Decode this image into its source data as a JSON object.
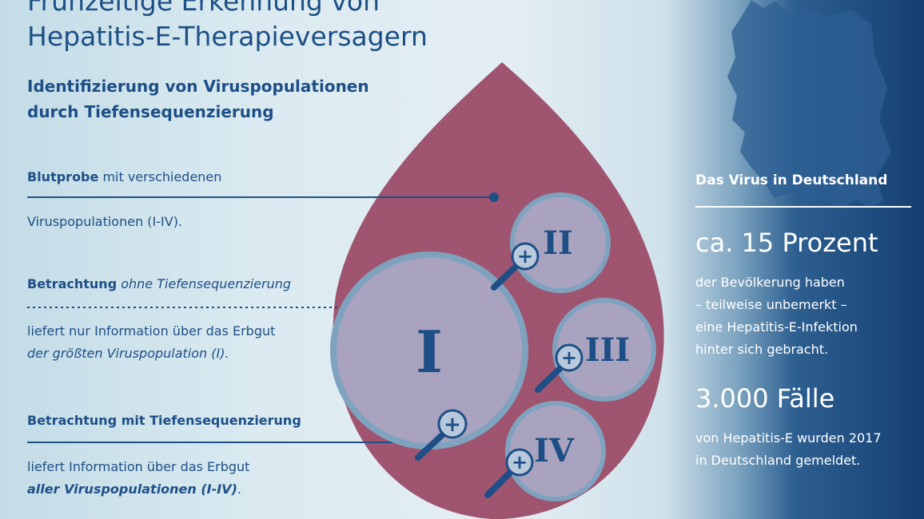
{
  "title": {
    "line1": "Frühzeitige Erkennung von",
    "line2": "Hepatitis-E-Therapieversagern"
  },
  "subtitle": {
    "line1": "Identifizierung von Viruspopulationen",
    "line2": "durch Tiefensequenzierung"
  },
  "blood_sample": {
    "bold": "Blutprobe",
    "rest": " mit verschiedenen",
    "line2": "Viruspopulationen (I-IV)."
  },
  "without": {
    "bold": "Betrachtung",
    "italic": " ohne Tiefensequenzierung",
    "line1": "liefert nur Information über das Erbgut",
    "line2": "der größten Viruspopulation (I)."
  },
  "with": {
    "heading": "Betrachtung mit Tiefensequenzierung",
    "line1": "liefert Information über das Erbgut",
    "line2_bold": "aller Viruspopulationen (I-IV)",
    "line2_end": "."
  },
  "populations": [
    "I",
    "II",
    "III",
    "IV"
  ],
  "side": {
    "heading": "Das Virus in Deutschland",
    "stat1": "ca. 15 Prozent",
    "stat1_text": [
      "der Bevölkerung haben",
      "– teilweise unbemerkt –",
      "eine Hepatitis-E-Infektion",
      "hinter sich gebracht."
    ],
    "stat2": "3.000 Fälle",
    "stat2_text": [
      "von Hepatitis-E wurden 2017",
      "in Deutschland gemeldet."
    ]
  },
  "colors": {
    "accent": "#1d4f86",
    "drop": "#9c4a68",
    "circle_fill": "#a9a3bf",
    "circle_ring": "#7fa3be",
    "panel": "#173f72"
  }
}
